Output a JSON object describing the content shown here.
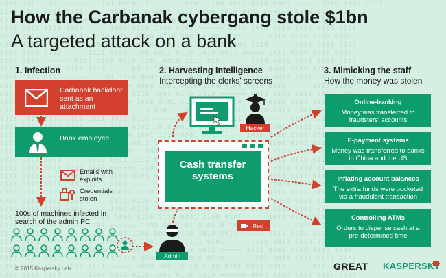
{
  "title": "How the Carbanak cybergang stole $1bn",
  "subtitle": "A targeted attack on a bank",
  "stage1": {
    "heading": "1. Infection",
    "email_box": "Carbanak backdoor sent as an attachment",
    "employee_box": "Bank employee",
    "emails_label": "Emails with exploits",
    "credentials_label": "Credentials stolen",
    "machines_label": "100s of machines infected in search of the admin PC"
  },
  "stage2": {
    "heading": "2. Harvesting Intelligence",
    "subheading": "Intercepting the clerks' screens",
    "hacker_label": "Hacker",
    "cash_box": "Cash transfer systems",
    "admin_label": "Admin",
    "rec_label": "Rec"
  },
  "stage3": {
    "heading": "3. Mimicking the staff",
    "subheading": "How the money was stolen",
    "items": [
      {
        "title": "Online-banking",
        "text": "Money was transferred to fraudsters' accounts"
      },
      {
        "title": "E-payment systems",
        "text": "Money was transferred to banks in China and the US"
      },
      {
        "title": "Inflating account balances",
        "text": "The extra funds were pocketed via a fraudulent transaction"
      },
      {
        "title": "Controlling ATMs",
        "text": "Orders to dispense cash at a pre-determined time"
      }
    ]
  },
  "footer": {
    "copyright": "© 2015 Kaspersky Lab",
    "great_logo": "GREAT",
    "kaspersky_logo": "KASPERSKY"
  },
  "colors": {
    "red": "#d4402e",
    "green": "#0e9b6e",
    "dark": "#1b1b1b",
    "background": "#d6efe3"
  }
}
